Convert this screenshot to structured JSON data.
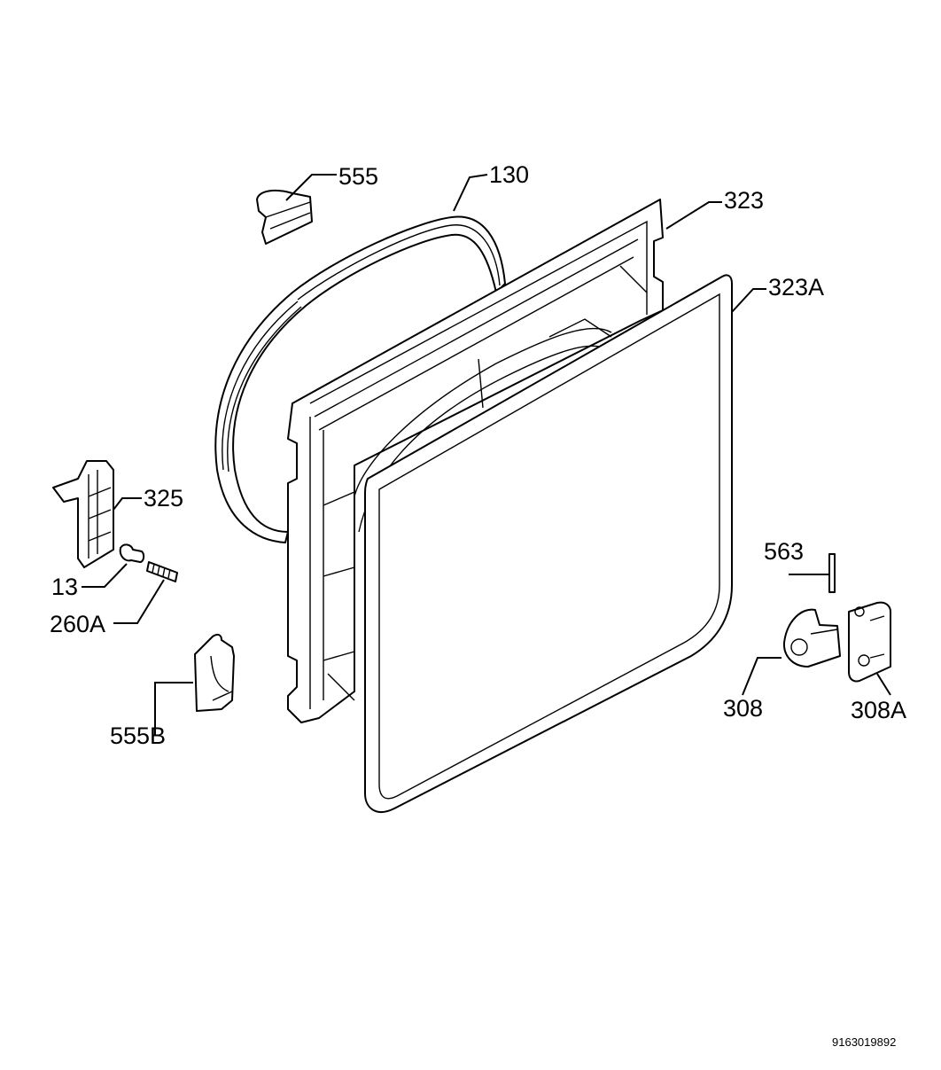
{
  "labels": {
    "p555": "555",
    "p130": "130",
    "p323": "323",
    "p323a": "323A",
    "p325": "325",
    "p13": "13",
    "p260a": "260A",
    "p555b": "555B",
    "p563": "563",
    "p308": "308",
    "p308a": "308A"
  },
  "drawing_code": "9163019892"
}
